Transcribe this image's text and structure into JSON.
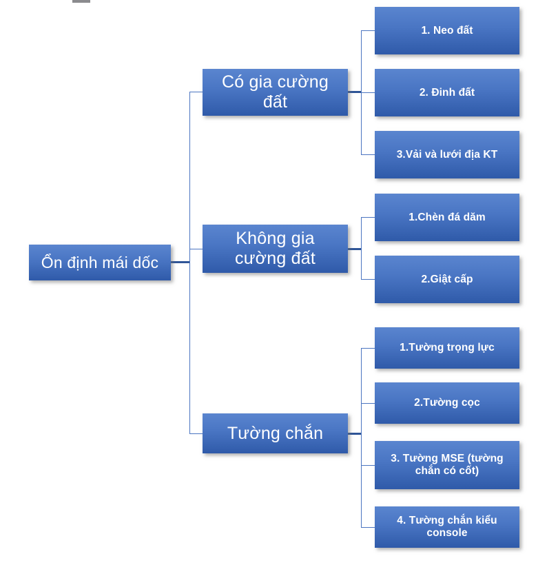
{
  "diagram": {
    "type": "hierarchy-tree",
    "title": "Ổn định mái dốc",
    "orientation": "left-to-right",
    "colors": {
      "box_fill_top": "#5a85cf",
      "box_fill_bottom": "#2f5aa9",
      "box_text": "#ffffff",
      "connector": "#4a74c0",
      "background": "#ffffff"
    },
    "root": {
      "label": "Ổn định mái dốc"
    },
    "branches": [
      {
        "label": "Có gia cường đất",
        "children": [
          {
            "label": "1. Neo đất"
          },
          {
            "label": "2. Đinh đất"
          },
          {
            "label": "3.Vải và lưới địa KT"
          }
        ]
      },
      {
        "label": "Không gia cường đất",
        "children": [
          {
            "label": "1.Chèn đá dăm"
          },
          {
            "label": "2.Giật cấp"
          }
        ]
      },
      {
        "label": "Tường chắn",
        "children": [
          {
            "label": "1.Tường trọng lực"
          },
          {
            "label": "2.Tường cọc"
          },
          {
            "label": "3. Tường MSE (tường chắn có cốt)"
          },
          {
            "label": "4. Tường chắn kiểu console"
          }
        ]
      }
    ]
  }
}
